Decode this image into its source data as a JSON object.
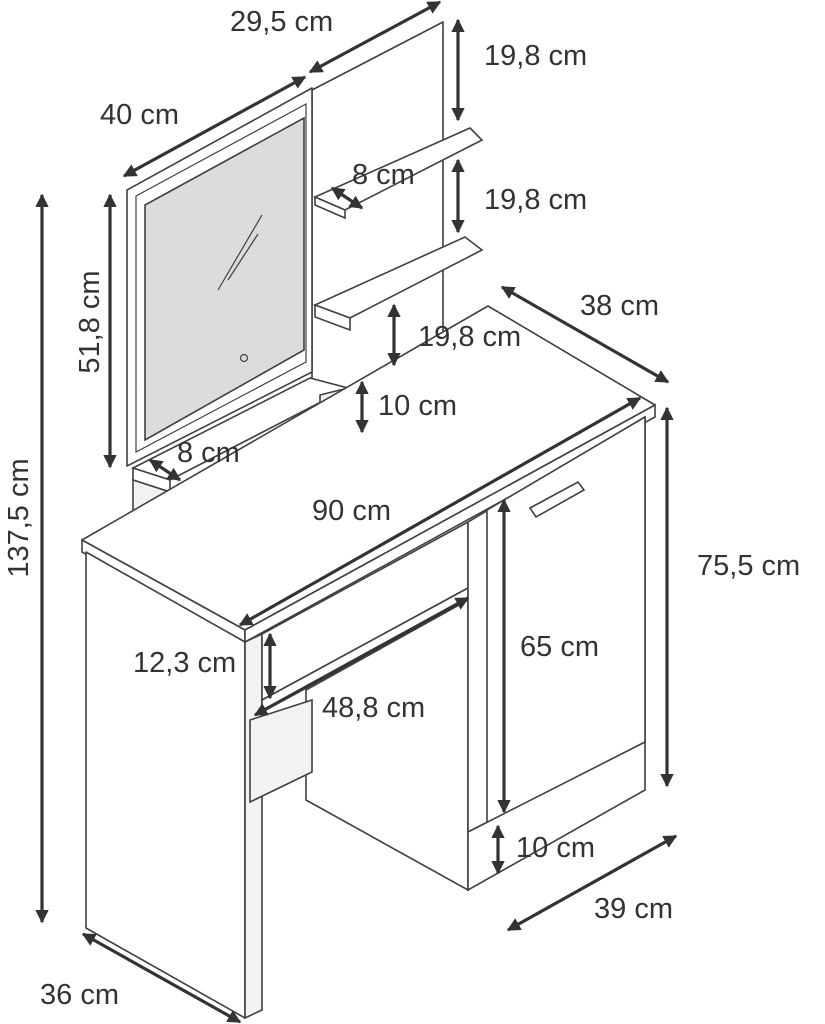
{
  "dimensions": {
    "shelf_board_width": "29,5 cm",
    "mirror_width": "40 cm",
    "upper_shelf_gap": "19,8 cm",
    "shelf_depth_upper": "8 cm",
    "middle_shelf_gap": "19,8 cm",
    "lower_shelf_gap": "19,8 cm",
    "mirror_height": "51,8 cm",
    "total_height": "137,5 cm",
    "desk_depth": "38 cm",
    "base_height": "10 cm",
    "shelf_depth_lower": "8 cm",
    "desk_width": "90 cm",
    "table_height": "75,5 cm",
    "drawer_height": "12,3 cm",
    "door_height": "65 cm",
    "knee_width": "48,8 cm",
    "plinth_height": "10 cm",
    "cabinet_depth": "39 cm",
    "side_depth": "36 cm"
  },
  "colors": {
    "line": "#404040",
    "arrow": "#333333",
    "mirror": "#dcdcdc"
  }
}
